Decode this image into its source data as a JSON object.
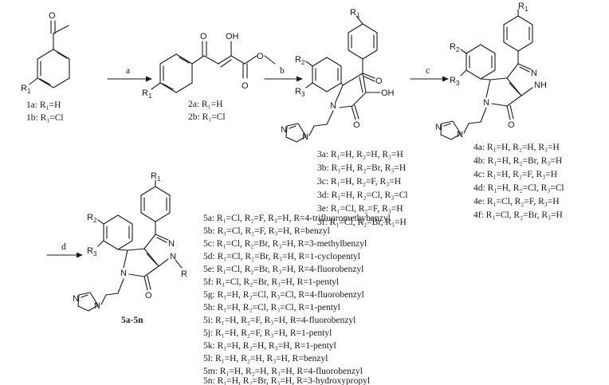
{
  "arrows": {
    "a": "a",
    "b": "b",
    "c": "c",
    "d": "d"
  },
  "atoms": {
    "O": "O",
    "OH": "OH",
    "N": "N",
    "NH": "NH",
    "R1": "R",
    "R1sub": "1",
    "R2": "R",
    "R2sub": "2",
    "R3": "R",
    "R3sub": "3",
    "R": "R"
  },
  "compound1": {
    "a": "1a: R₁=H",
    "b": "1b: R₁=Cl"
  },
  "compound2": {
    "a": "2a: R₁=H",
    "b": "2b: R₁=Cl"
  },
  "compound3": [
    "3a: R₁=H, R₂=H, R₃=H",
    "3b: R₁=H, R₂=Br, R₃=H",
    "3c: R₁=H, R₂=F, R₃=H",
    "3d: R₁=H, R₂=Cl, R₃=Cl",
    "3e: R₁=Cl, R₂=F, R₃=H",
    "3f: R₁=Cl, R₂=Br, R₃=H"
  ],
  "compound4": [
    "4a: R₁=H, R₂=H, R₃=H",
    "4b: R₁=H, R₂=Br, R₃=H",
    "4c: R₁=H, R₂=F, R₃=H",
    "4d: R₁=H, R₂=Cl, R₃=Cl",
    "4e: R₁=Cl, R₂=F, R₃=H",
    "4f: R₁=Cl, R₂=Br, R₃=H"
  ],
  "compound5_label": "5a-5n",
  "compound5": [
    "5a: R₁=Cl, R₂=F, R₃=H, R=4-trifluoromethybenzyl",
    "5b: R₁=Cl, R₂=F, R₃=H, R=benzyl",
    "5c: R₁=Cl, R₂=Br, R₃=H, R=3-methylbenzyl",
    "5d: R₁=Cl, R₂=Br, R₃=H, R=1-cyclopentyl",
    "5e: R₁=Cl, R₂=Br, R₃=H, R=4-fluorobenzyl",
    "5f: R₁=Cl, R₂=Br, R₃=H, R=1-pentyl",
    "5g: R₁=H, R₂=Cl, R₃=Cl, R=4-fluorobenzyl",
    "5h: R₁=H, R₂=Cl, R₃=Cl, R=1-pentyl",
    "5i: R₁=H, R₂=F, R₃=H, R=4-fluorobenzyl",
    "5j: R₁=H, R₂=F, R₃=H, R=1-pentyl",
    "5k: R₁=H, R₂=H, R₃=H, R=1-pentyl",
    "5l: R₁=H, R₂=H, R₃=H, R=benzyl",
    "5m: R₁=H, R₂=H, R₃=H, R=4-fluorobenzyl",
    "5n: R₁=H, R₂=Br, R₃=H, R=3-hydroxypropyl"
  ]
}
